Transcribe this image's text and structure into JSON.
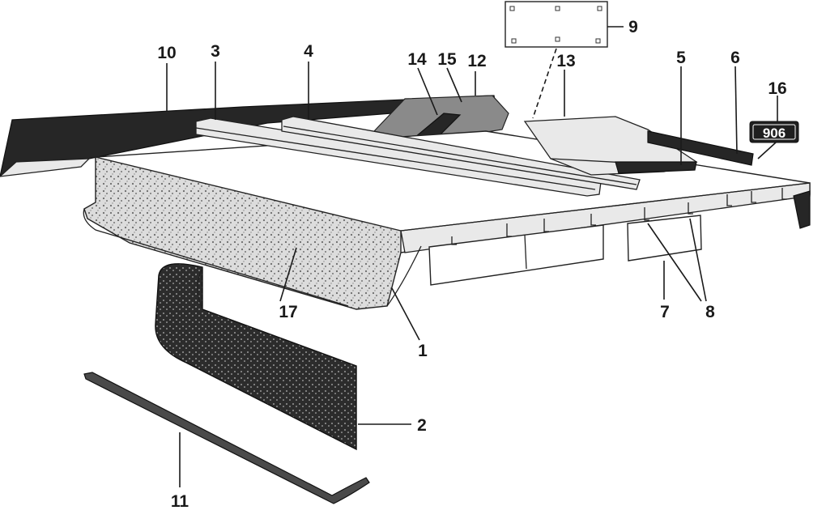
{
  "diagram": {
    "callouts": [
      {
        "id": "c1",
        "label": "1"
      },
      {
        "id": "c2",
        "label": "2"
      },
      {
        "id": "c3",
        "label": "3"
      },
      {
        "id": "c4",
        "label": "4"
      },
      {
        "id": "c5",
        "label": "5"
      },
      {
        "id": "c6",
        "label": "6"
      },
      {
        "id": "c7",
        "label": "7"
      },
      {
        "id": "c8",
        "label": "8"
      },
      {
        "id": "c9",
        "label": "9"
      },
      {
        "id": "c10",
        "label": "10"
      },
      {
        "id": "c11",
        "label": "11"
      },
      {
        "id": "c12",
        "label": "12"
      },
      {
        "id": "c13",
        "label": "13"
      },
      {
        "id": "c14",
        "label": "14"
      },
      {
        "id": "c15",
        "label": "15"
      },
      {
        "id": "c16",
        "label": "16"
      },
      {
        "id": "c17",
        "label": "17"
      }
    ],
    "badge_text": "906"
  }
}
